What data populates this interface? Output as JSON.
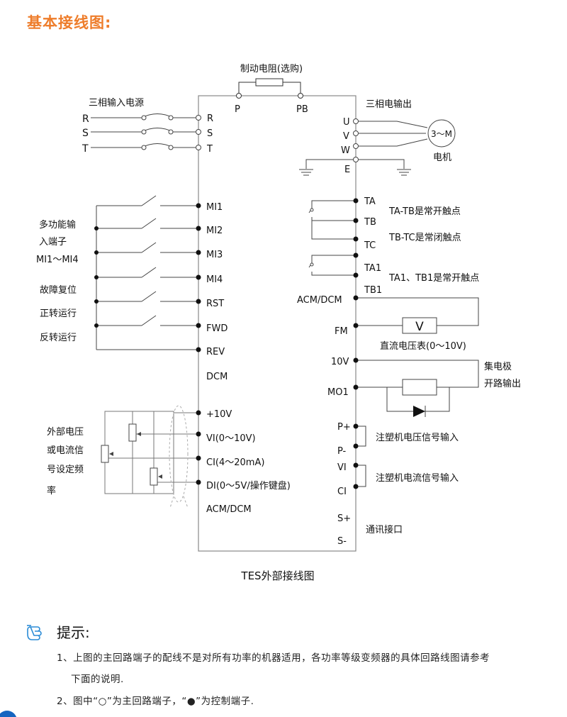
{
  "heading": "基本接线图:",
  "caption": "TES外部接线图",
  "brake": {
    "label": "制动电阻(选购)",
    "p": "P",
    "pb": "PB"
  },
  "input_power": {
    "title": "三相输入电源",
    "phases": [
      "R",
      "S",
      "T"
    ],
    "terminals": [
      "R",
      "S",
      "T"
    ]
  },
  "output": {
    "title": "三相电输出",
    "terminals": [
      "U",
      "V",
      "W",
      "E"
    ],
    "motor_symbol": "3～M",
    "motor_label": "电机"
  },
  "left_inputs": {
    "terminals": [
      "MI1",
      "MI2",
      "MI3",
      "MI4",
      "RST",
      "FWD",
      "REV",
      "DCM"
    ],
    "labels": [
      "多功能输",
      "入端子",
      "MI1～MI4",
      "故障复位",
      "正转运行",
      "反转运行"
    ]
  },
  "analog": {
    "terminals": [
      "+10V",
      "VI(0～10V)",
      "CI(4～20mA)",
      "DI(0～5V/操作键盘)",
      "ACM/DCM"
    ],
    "labels": [
      "外部电压",
      "或电流信",
      "号设定频",
      "率"
    ]
  },
  "relay": {
    "terminals": [
      "TA",
      "TB",
      "TC",
      "TA1",
      "TB1"
    ],
    "notes": [
      "TA-TB是常开触点",
      "TB-TC是常闭触点",
      "TA1、TB1是常开触点"
    ]
  },
  "meter": {
    "terminals": [
      "ACM/DCM",
      "FM"
    ],
    "symbol": "V",
    "label": "直流电压表(0～10V)"
  },
  "open_collector": {
    "terminals": [
      "10V",
      "MO1"
    ],
    "labels": [
      "集电极",
      "开路输出"
    ]
  },
  "injection": {
    "terminals": [
      "P+",
      "P-",
      "VI",
      "CI"
    ],
    "labels": [
      "注塑机电压信号输入",
      "注塑机电流信号输入"
    ]
  },
  "comm": {
    "terminals": [
      "S+",
      "S-"
    ],
    "label": "通讯接口"
  },
  "tips": {
    "title": "提示:",
    "line1": "1、上图的主回路端子的配线不是对所有功率的机器适用，各功率等级变频器的具体回路线图请参考",
    "line1b": "下面的说明.",
    "line2": "2、图中“○”为主回路端子，“●”为控制端子."
  }
}
